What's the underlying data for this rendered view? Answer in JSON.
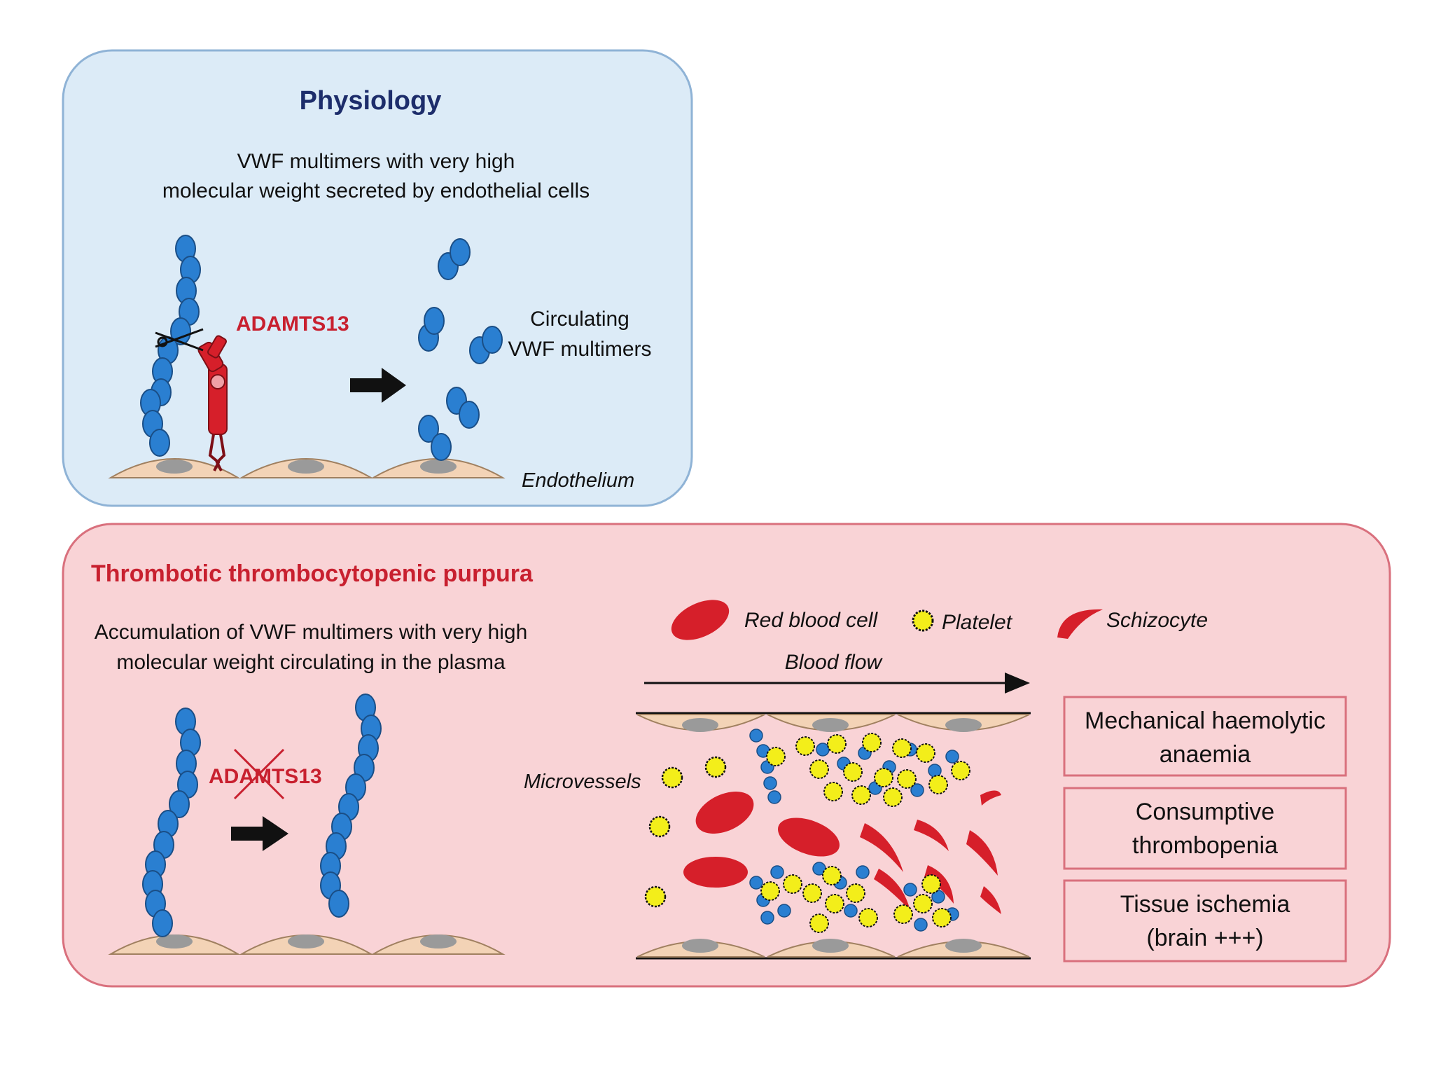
{
  "physiology": {
    "title": "Physiology",
    "subtitle_line1": "VWF multimers with very high",
    "subtitle_line2": "molecular weight secreted by endothelial cells",
    "enzyme_label": "ADAMTS13",
    "circulating_line1": "Circulating",
    "circulating_line2": "VWF multimers",
    "endothelium_label": "Endothelium"
  },
  "ttp": {
    "title": "Thrombotic thrombocytopenic purpura",
    "desc_line1": "Accumulation of VWF multimers with very high",
    "desc_line2": "molecular weight circulating in the plasma",
    "enzyme_label_crossed": "ADAMTS13",
    "microvessels_label": "Microvessels",
    "legend": {
      "rbc": "Red blood cell",
      "platelet": "Platelet",
      "schizocyte": "Schizocyte"
    },
    "blood_flow_label": "Blood flow",
    "outcomes": [
      {
        "line1": "Mechanical haemolytic",
        "line2": "anaemia"
      },
      {
        "line1": "Consumptive",
        "line2": "thrombopenia"
      },
      {
        "line1": "Tissue ischemia",
        "line2": "(brain +++)"
      }
    ]
  },
  "colors": {
    "physiology_bg": "#dcebf7",
    "physiology_border": "#8fb3d6",
    "ttp_bg": "#f9d3d6",
    "ttp_border": "#d9707d",
    "title_blue": "#1d2d6b",
    "title_red": "#c8202f",
    "vwf_blue": "#2a7fd1",
    "rbc_red": "#d61f2a",
    "platelet_yellow": "#f3ee1a",
    "cell_tan": "#f3d3b6",
    "nucleus_grey": "#9a9a9a"
  }
}
